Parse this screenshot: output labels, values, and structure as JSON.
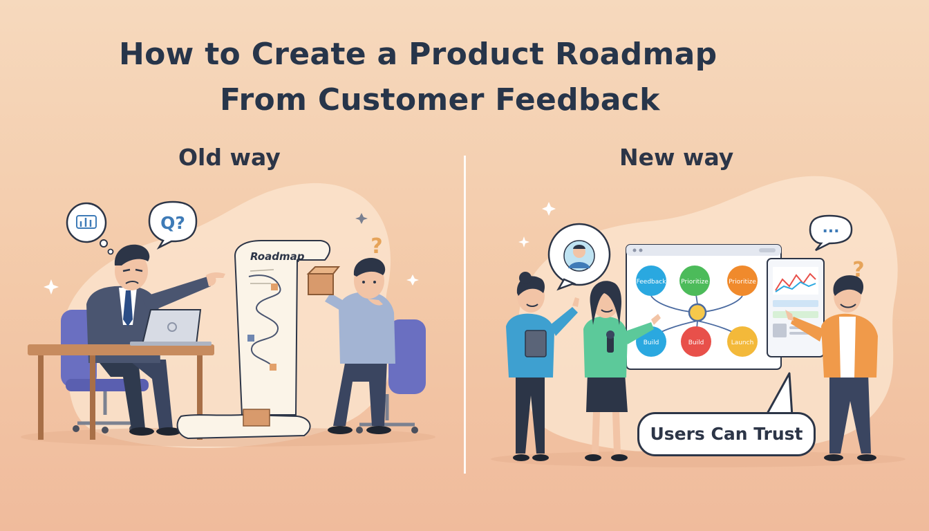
{
  "title": {
    "line1": "How to Create a Product Roadmap",
    "line2": "From Customer Feedback"
  },
  "old_way": {
    "label": "Old way",
    "roadmap_label": "Roadmap",
    "bubble_text": "Q?",
    "question_mark": "?"
  },
  "new_way": {
    "label": "New way",
    "nodes": [
      "Feedback",
      "Prioritize",
      "Prioritize",
      "Build",
      "Build",
      "Launch"
    ],
    "chat_dots": "...",
    "question_mark": "?",
    "trust_text": "Users Can Trust"
  },
  "colors": {
    "node_blue": "#2aa8e0",
    "node_green": "#4cbb5a",
    "node_orange": "#f08a2c",
    "node_red": "#e8504a",
    "node_yellow": "#f3b93a",
    "title_navy": "#27354a"
  }
}
